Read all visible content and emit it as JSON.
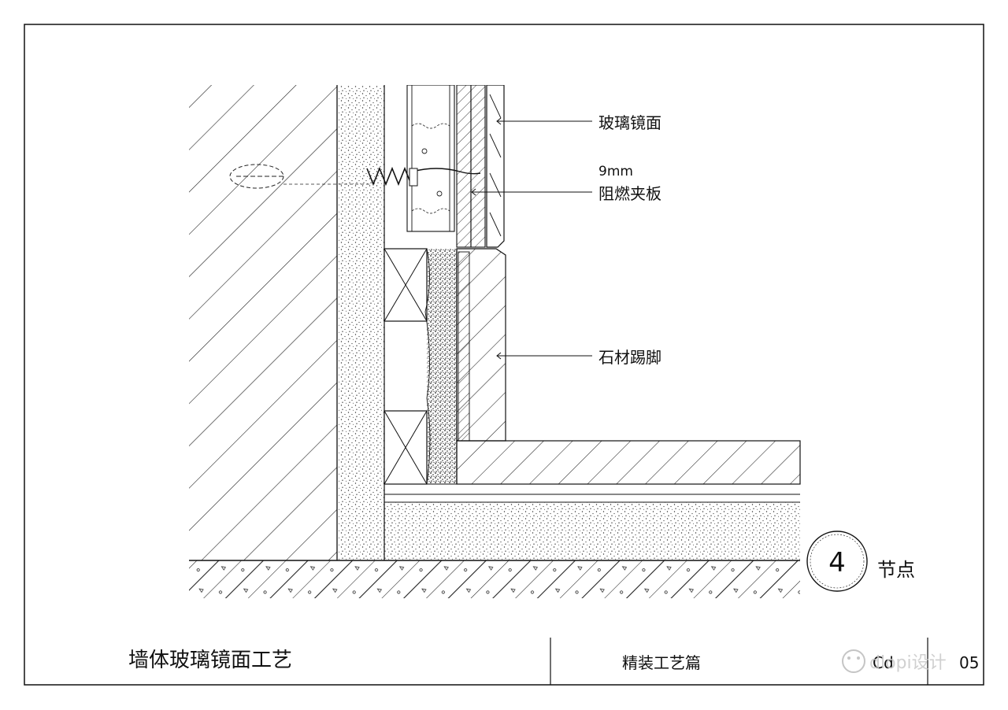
{
  "labels": {
    "glass_mirror": "玻璃镜面",
    "board_thickness": "9mm",
    "fire_board": "阻燃夹板",
    "stone_skirting": "石材踢脚"
  },
  "node": {
    "number": "4",
    "text": "节点"
  },
  "title_block": {
    "main_title": "墙体玻璃镜面工艺",
    "category": "精装工艺篇",
    "code_prefix": "Cd",
    "page_suffix": "05"
  },
  "watermark": {
    "text": "dlopi设计"
  }
}
